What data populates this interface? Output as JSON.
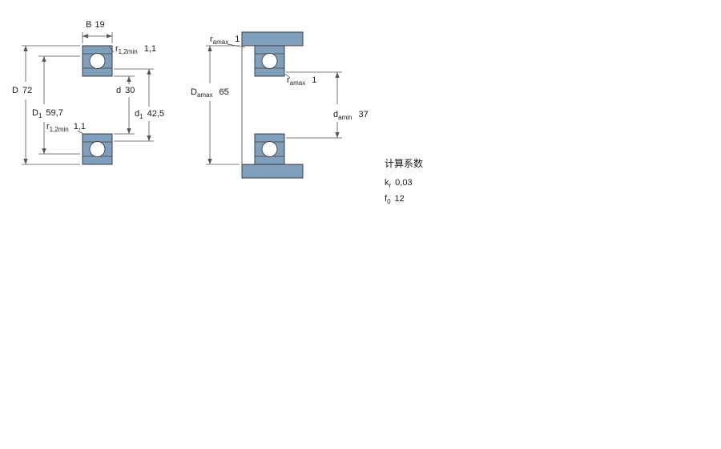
{
  "colors": {
    "section_fill": "#7F9FBC",
    "outline": "#3F3F3F",
    "dim_line": "#555555",
    "text": "#1A1A1A"
  },
  "left_view": {
    "dim_B": {
      "label": "B",
      "value": "19"
    },
    "dim_r_top": {
      "label": "r",
      "sub": "1,2min",
      "value": "1,1"
    },
    "dim_D": {
      "label": "D",
      "value": "72"
    },
    "dim_D1": {
      "label": "D",
      "sub": "1",
      "value": "59,7"
    },
    "dim_d": {
      "label": "d",
      "value": "30"
    },
    "dim_d1": {
      "label": "d",
      "sub": "1",
      "value": "42,5"
    },
    "dim_r_bottom": {
      "label": "r",
      "sub": "1,2min",
      "value": "1,1"
    }
  },
  "right_view": {
    "dim_ra_top": {
      "label": "r",
      "sub": "amax",
      "value": "1"
    },
    "dim_Da": {
      "label": "D",
      "sub": "amax",
      "value": "65"
    },
    "dim_ra_side": {
      "label": "r",
      "sub": "amax",
      "value": "1"
    },
    "dim_da": {
      "label": "d",
      "sub": "amin",
      "value": "37"
    }
  },
  "calculation_factors": {
    "title": "计算系数",
    "rows": [
      {
        "label": "k",
        "sub": "r",
        "value": "0,03"
      },
      {
        "label": "f",
        "sub": "0",
        "value": "12"
      }
    ]
  }
}
